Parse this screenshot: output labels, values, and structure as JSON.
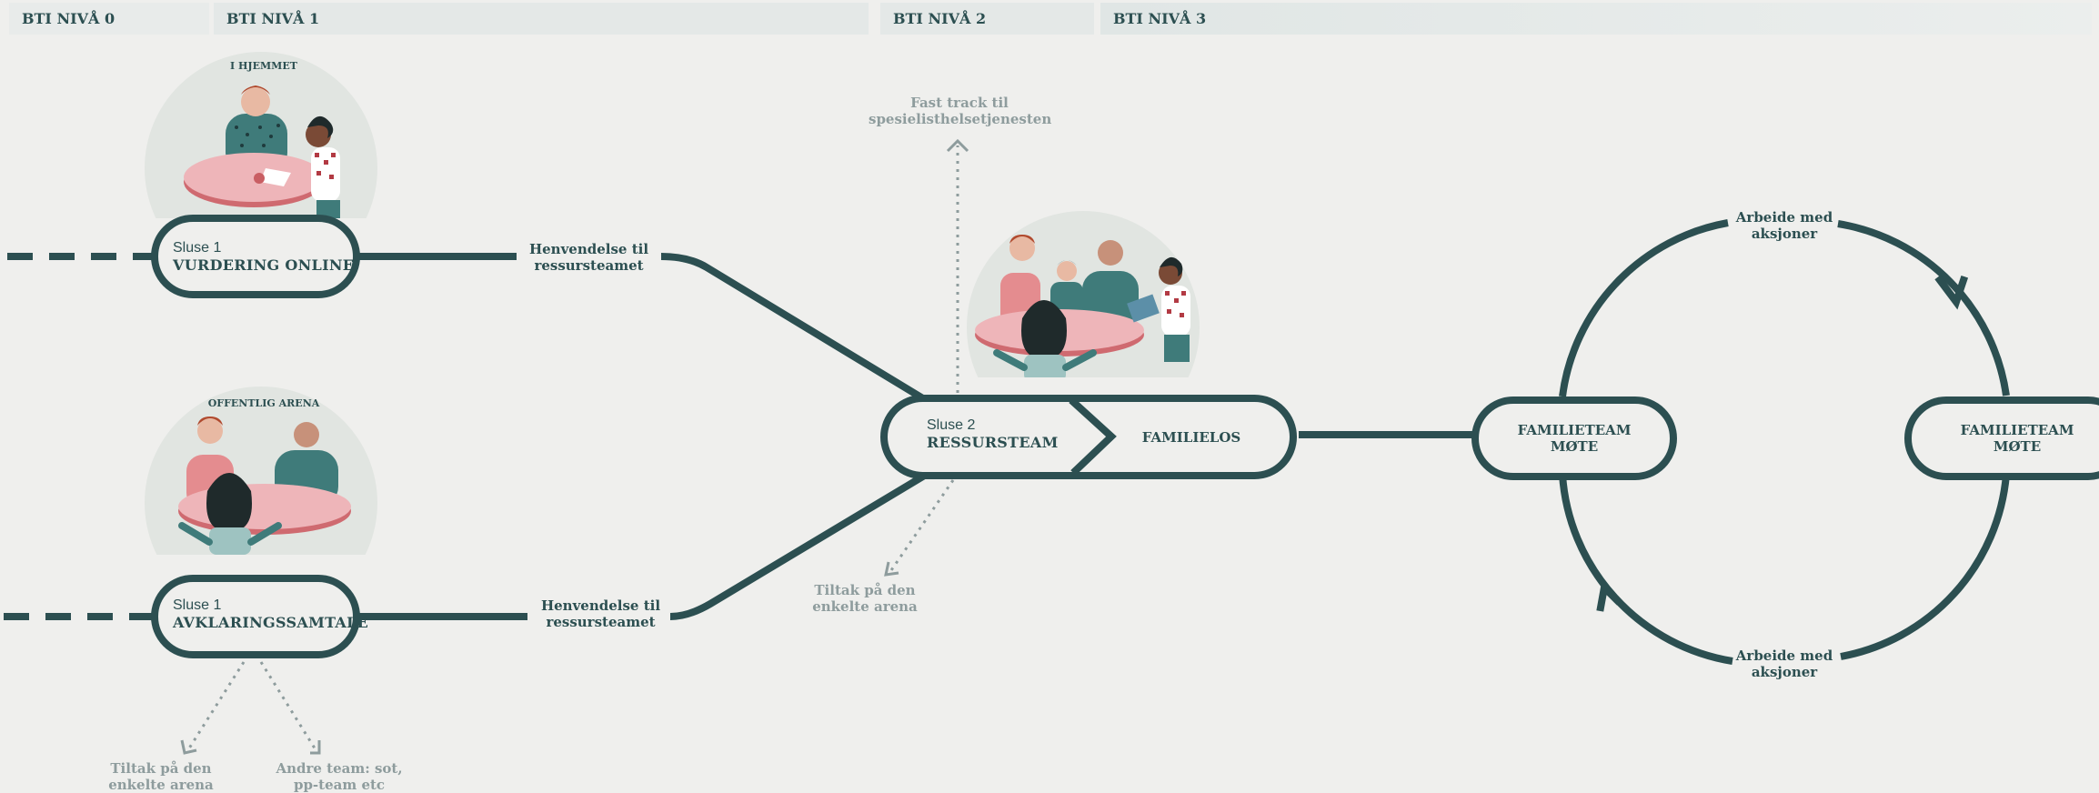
{
  "header": {
    "levels": [
      "BTI NIVÅ 0",
      "BTI NIVÅ 1",
      "BTI NIVÅ 2",
      "BTI NIVÅ 3"
    ]
  },
  "top_arena": {
    "title": "I HJEMMET",
    "sluse_label": "Sluse 1",
    "pill_title": "VURDERING ONLINE",
    "referral": "Henvendelse til ressursteamet"
  },
  "bottom_arena": {
    "title": "OFFENTLIG ARENA",
    "sluse_label": "Sluse 1",
    "pill_title": "AVKLARINGSSAMTALE",
    "referral": "Henvendelse til ressursteamet",
    "branch_left": "Tiltak på den enkelte arena",
    "branch_right": "Andre team: sot, pp-team etc"
  },
  "center": {
    "sluse_label": "Sluse 2",
    "pill_title": "RESSURSTEAM",
    "pill_right": "FAMILIELOS",
    "fast_track": "Fast track til spesielisthelsetjenesten",
    "tiltak": "Tiltak på den enkelte arena"
  },
  "cycle": {
    "left_meeting": "FAMILIETEAM MØTE",
    "right_meeting": "FAMILIETEAM MØTE",
    "top_action": "Arbeide med aksjoner",
    "bottom_action": "Arbeide med aksjoner"
  },
  "colors": {
    "primary": "#2c4f51",
    "grey_text": "#8e9c9d",
    "background": "#efefed",
    "header_band": "#e4e8e7",
    "table_pink": "#e9a3a6",
    "teal": "#3f7b7a"
  }
}
